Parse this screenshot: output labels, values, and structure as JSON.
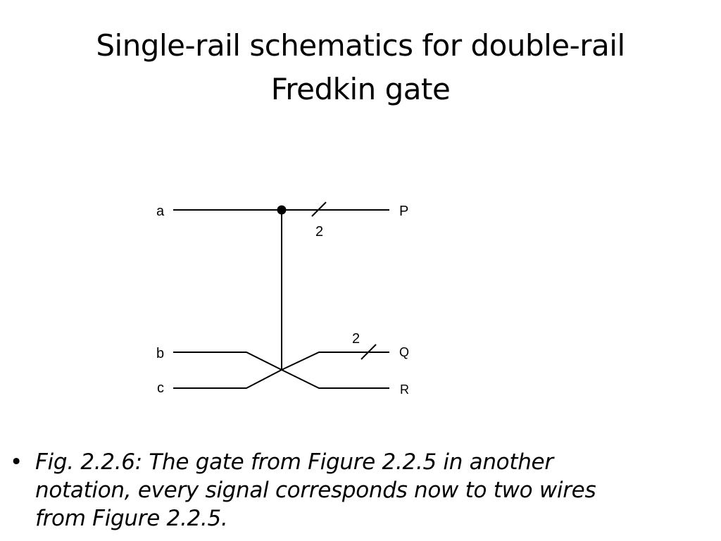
{
  "slide": {
    "title_line1": "Single-rail schematics for double-rail",
    "title_line2": "Fredkin gate"
  },
  "diagram": {
    "inputs": [
      "a",
      "b",
      "c"
    ],
    "outputs": [
      "P",
      "Q",
      "R"
    ],
    "bus_width_P": "2",
    "bus_width_Q": "2"
  },
  "caption": {
    "bullet": "•",
    "text_line1": "Fig. 2.2.6: The gate from Figure 2.2.5 in another",
    "text_line2": "notation, every signal corresponds now to two wires",
    "text_line3": "from Figure 2.2.5."
  }
}
